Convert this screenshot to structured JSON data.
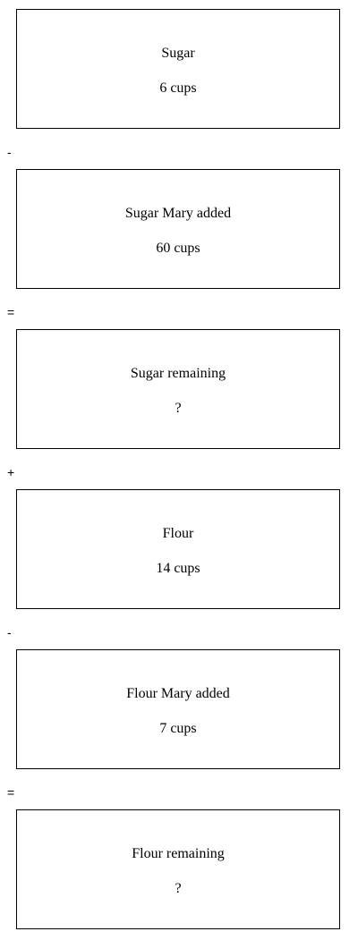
{
  "boxes": [
    {
      "label": "Sugar",
      "value": "6 cups"
    },
    {
      "label": "Sugar Mary added",
      "value": "60 cups"
    },
    {
      "label": "Sugar remaining",
      "value": "?"
    },
    {
      "label": "Flour",
      "value": "14 cups"
    },
    {
      "label": "Flour Mary added",
      "value": "7 cups"
    },
    {
      "label": "Flour remaining",
      "value": "?"
    }
  ],
  "operators": [
    "-",
    "=",
    "+",
    "-",
    "="
  ]
}
